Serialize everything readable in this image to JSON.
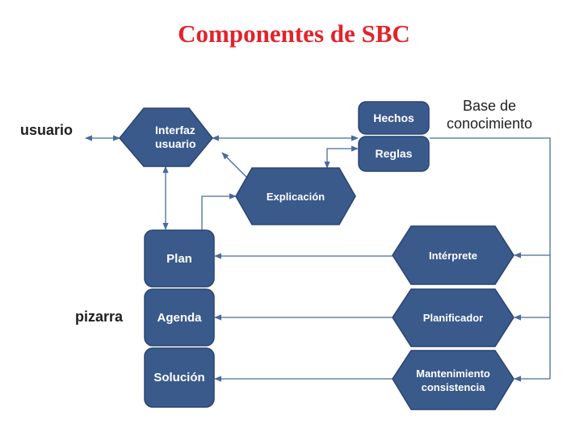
{
  "title": "Componentes de SBC",
  "colors": {
    "node_fill": "#3a5a8c",
    "node_stroke": "#2a4470",
    "arrow": "#4a6a9e",
    "title": "#e3232a"
  },
  "labels": {
    "usuario": "usuario",
    "pizarra": "pizarra",
    "base_line1": "Base de",
    "base_line2": "conocimiento"
  },
  "nodes": {
    "interfaz_line1": "Interfaz",
    "interfaz_line2": "usuario",
    "hechos": "Hechos",
    "reglas": "Reglas",
    "explicacion": "Explicación",
    "plan": "Plan",
    "agenda": "Agenda",
    "solucion": "Solución",
    "interprete": "Intérprete",
    "planificador": "Planificador",
    "mant_line1": "Mantenimiento",
    "mant_line2": "consistencia"
  }
}
